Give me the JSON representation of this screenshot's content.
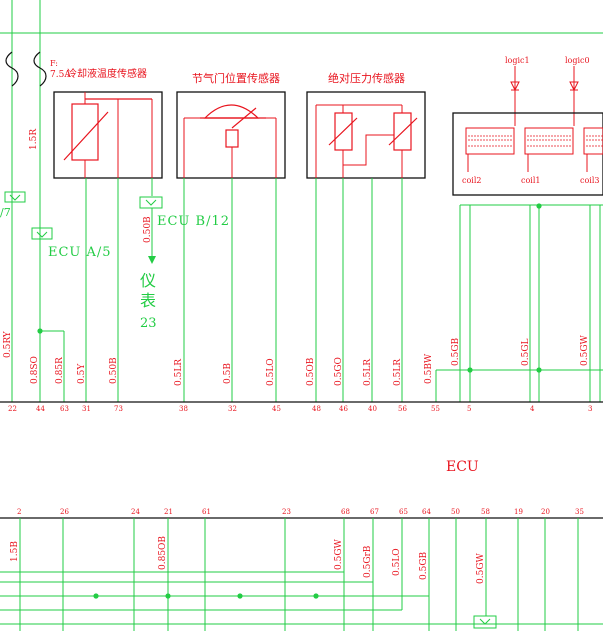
{
  "colors": {
    "wire_green": "#22cc44",
    "wire_red": "#e8141e",
    "text_red": "#e8141e",
    "text_green": "#22cc44",
    "background": "#ffffff"
  },
  "fuse": {
    "id": "F:",
    "rating": "7.5A"
  },
  "components": {
    "coolant_sensor": "冷却液温度传感器",
    "throttle_sensor": "节气门位置传感器",
    "map_sensor": "绝对压力传感器",
    "ignition_coils": [
      "coil2",
      "coil1",
      "coil3"
    ],
    "logic_inputs": [
      "logic1",
      "logic0"
    ]
  },
  "ground_labels": {
    "ecu_a5": "ECU A/5",
    "ecu_b12": "ECU B/12",
    "left_edge": "/7"
  },
  "instrument": {
    "line1": "仪",
    "line2": "表",
    "line3": "23"
  },
  "ecu_label": "ECU",
  "upper_wires": [
    {
      "gauge": "1.5R"
    },
    {
      "gauge": "0.5RY"
    },
    {
      "gauge": "0.8SO"
    },
    {
      "gauge": "0.85R"
    },
    {
      "gauge": "0.5Y"
    },
    {
      "gauge": "0.50B"
    },
    {
      "gauge": "0.50B"
    },
    {
      "gauge": "0.5LR"
    },
    {
      "gauge": "0.5B"
    },
    {
      "gauge": "0.5LO"
    },
    {
      "gauge": "0.5OB"
    },
    {
      "gauge": "0.5GO"
    },
    {
      "gauge": "0.5LR"
    },
    {
      "gauge": "0.5LR"
    },
    {
      "gauge": "0.5BW"
    },
    {
      "gauge": "0.5GB"
    },
    {
      "gauge": "0.5GL"
    },
    {
      "gauge": "0.5GW"
    }
  ],
  "upper_pins": [
    "22",
    "44",
    "63",
    "31",
    "73",
    "38",
    "32",
    "45",
    "48",
    "46",
    "40",
    "56",
    "55",
    "5",
    "4",
    "3"
  ],
  "lower_pins": [
    "2",
    "26",
    "24",
    "21",
    "61",
    "23",
    "68",
    "67",
    "65",
    "64",
    "50",
    "58",
    "19",
    "20",
    "35"
  ],
  "lower_wires": [
    {
      "gauge": "1.5B"
    },
    {
      "gauge": "0.85OB"
    },
    {
      "gauge": "0.5GW"
    },
    {
      "gauge": "0.5GrB"
    },
    {
      "gauge": "0.5LO"
    },
    {
      "gauge": "0.5GB"
    },
    {
      "gauge": "0.5GW"
    }
  ]
}
